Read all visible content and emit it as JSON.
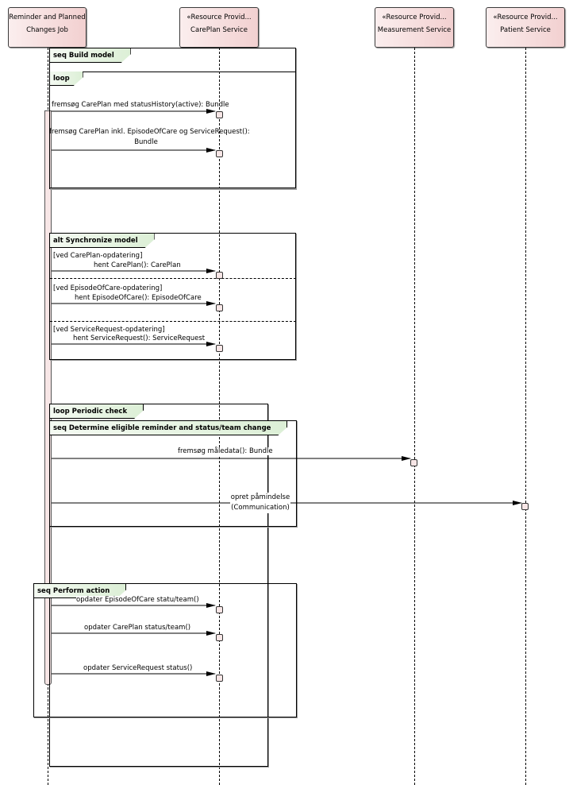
{
  "diagram": {
    "type": "sequence",
    "lifelines": [
      {
        "id": "job",
        "stereotype": "",
        "name_line1": "Reminder and Planned",
        "name_line2": "Changes Job"
      },
      {
        "id": "careplan",
        "stereotype": "«Resource Provid...",
        "name_line1": "CarePlan Service",
        "name_line2": ""
      },
      {
        "id": "measurement",
        "stereotype": "«Resource Provid...",
        "name_line1": "Measurement Service",
        "name_line2": ""
      },
      {
        "id": "patient",
        "stereotype": "«Resource Provid...",
        "name_line1": "Patient Service",
        "name_line2": ""
      }
    ],
    "fragments": {
      "build_model": {
        "label": "seq Build model"
      },
      "loop": {
        "label": "loop"
      },
      "synchronize": {
        "label": "alt Synchronize model",
        "guards": [
          "[ved CarePlan-opdatering]",
          "[ved EpisodeOfCare-opdatering]",
          "[ved ServiceRequest-opdatering]"
        ]
      },
      "periodic": {
        "label": "loop Periodic check"
      },
      "eligible": {
        "label": "seq Determine eligible reminder and status/team change"
      },
      "perform": {
        "label": "seq Perform action"
      }
    },
    "messages": [
      {
        "from": "job",
        "to": "careplan",
        "line1": "fremsøg CarePlan med statusHistory(active): Bundle",
        "line2": ""
      },
      {
        "from": "job",
        "to": "careplan",
        "line1": "fremsøg CarePlan inkl. EpisodeOfCare og ServiceRequest():",
        "line2": "Bundle"
      },
      {
        "from": "job",
        "to": "careplan",
        "line1": "hent CarePlan(): CarePlan",
        "line2": ""
      },
      {
        "from": "job",
        "to": "careplan",
        "line1": "hent EpisodeOfCare(): EpisodeOfCare",
        "line2": ""
      },
      {
        "from": "job",
        "to": "careplan",
        "line1": "hent ServiceRequest(): ServiceRequest",
        "line2": ""
      },
      {
        "from": "job",
        "to": "measurement",
        "line1": "fremsøg måledata(): Bundle",
        "line2": ""
      },
      {
        "from": "job",
        "to": "patient",
        "line1": "opret påmindelse",
        "line2": "(Communication)"
      },
      {
        "from": "job",
        "to": "careplan",
        "line1": "opdater EpisodeOfCare statu/team()",
        "line2": ""
      },
      {
        "from": "job",
        "to": "careplan",
        "line1": "opdater CarePlan status/team()",
        "line2": ""
      },
      {
        "from": "job",
        "to": "careplan",
        "line1": "opdater ServiceRequest status()",
        "line2": ""
      }
    ],
    "colors": {
      "lifeline_fill_start": "#fbeeee",
      "lifeline_fill_end": "#f2d0d0",
      "fragment_tab_start": "#f4faf2",
      "fragment_tab_end": "#dcefd6",
      "activation_fill": "#f7e6e6"
    }
  }
}
